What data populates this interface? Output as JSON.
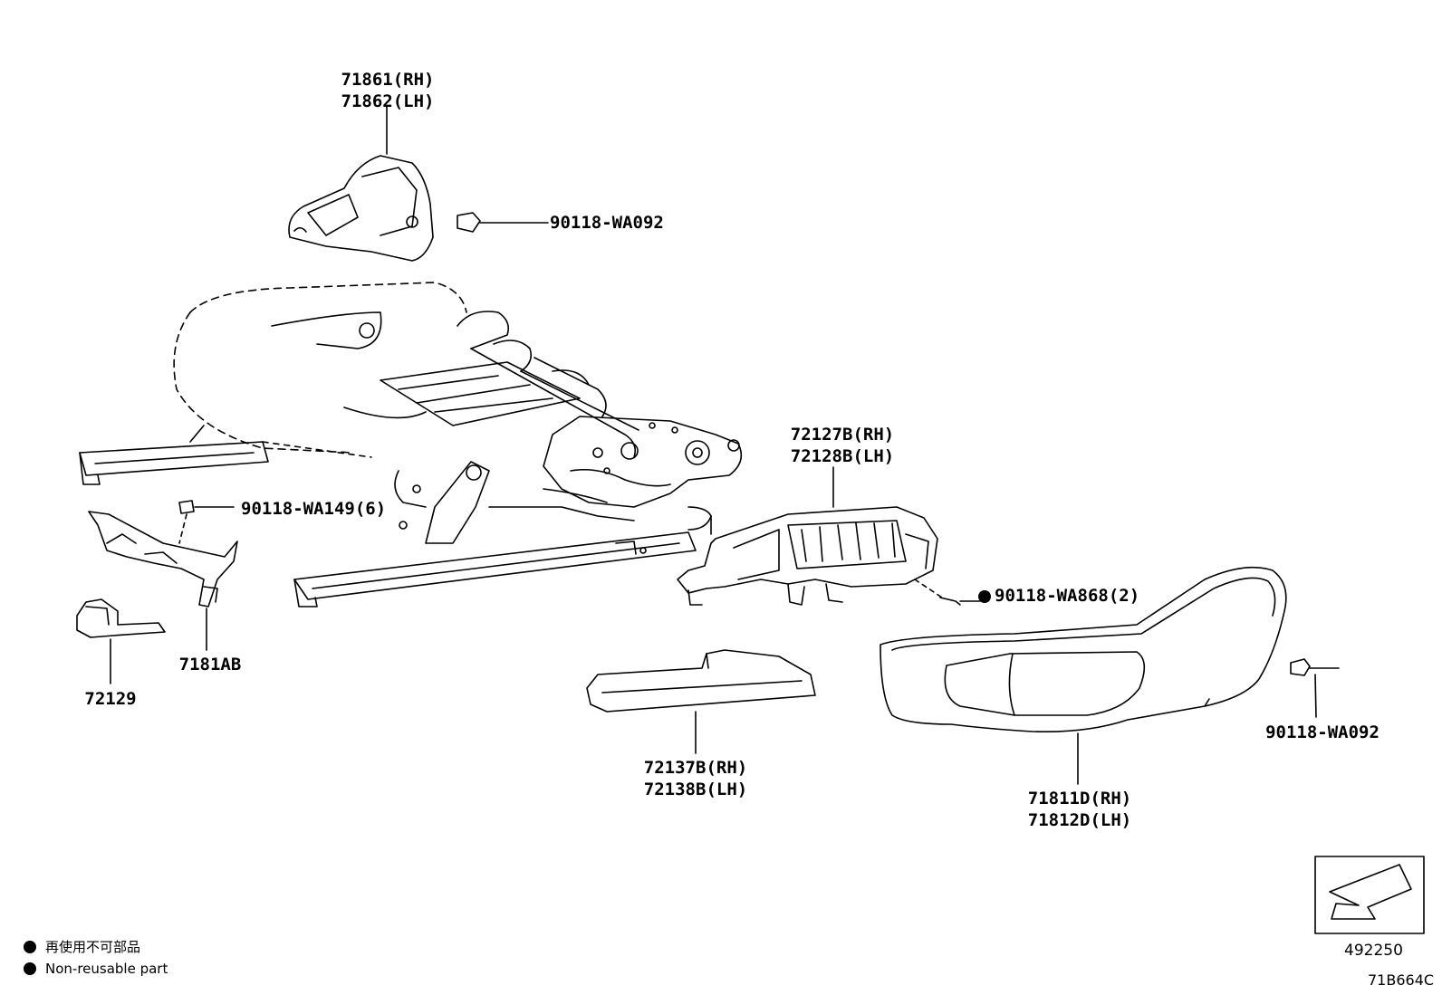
{
  "parts": {
    "p71861": "71861(RH)",
    "p71862": "71862(LH)",
    "wa092_top": "90118-WA092",
    "wa149": "90118-WA149(6)",
    "p72127": "72127B(RH)",
    "p72128": "72128B(LH)",
    "wa868": "90118-WA868(2)",
    "p72129": "72129",
    "p7181ab": "7181AB",
    "p72137": "72137B(RH)",
    "p72138": "72138B(LH)",
    "p71811": "71811D(RH)",
    "p71812": "71812D(LH)",
    "wa092_right": "90118-WA092"
  },
  "legend": {
    "jp": "再使用不可部品",
    "en": "Non-reusable part"
  },
  "ref_box": {
    "code": "492250"
  },
  "diagram_id": "71B664C"
}
